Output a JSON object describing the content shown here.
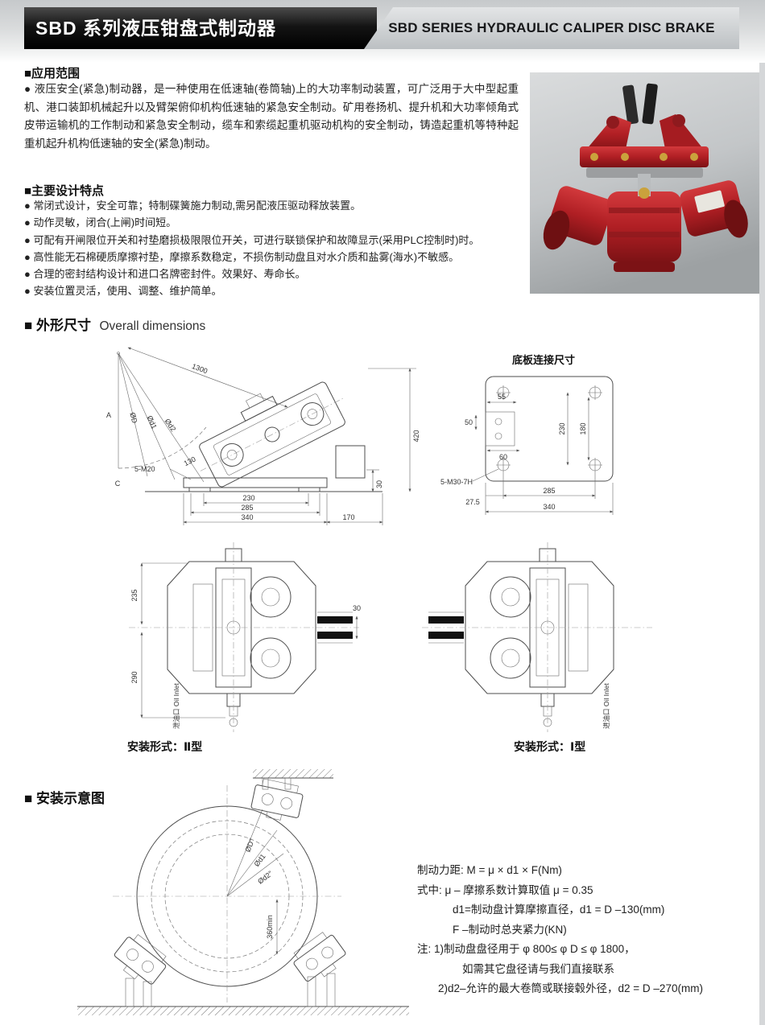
{
  "header": {
    "title_cn": "SBD 系列液压钳盘式制动器",
    "title_en": "SBD SERIES HYDRAULIC CALIPER DISC BRAKE"
  },
  "application": {
    "heading": "■应用范围",
    "body": "● 液压安全(紧急)制动器，是一种使用在低速轴(卷筒轴)上的大功率制动装置，可广泛用于大中型起重机、港口装卸机械起升以及臂架俯仰机构低速轴的紧急安全制动。矿用卷扬机、提升机和大功率倾角式皮带运输机的工作制动和紧急安全制动，缆车和索缆起重机驱动机构的安全制动，铸造起重机等特种起重机起升机构低速轴的安全(紧急)制动。"
  },
  "features": {
    "heading": "■主要设计特点",
    "items": [
      "● 常闭式设计，安全可靠；特制碟簧施力制动,需另配液压驱动释放装置。",
      "● 动作灵敏，闭合(上闸)时间短。",
      "● 可配有开闸限位开关和衬垫磨损极限限位开关，可进行联锁保护和故障显示(采用PLC控制时)时。",
      "● 高性能无石棉硬质摩擦衬垫，摩擦系数稳定，不损伤制动盘且对水介质和盐雾(海水)不敏感。",
      "● 合理的密封结构设计和进口名牌密封件。效果好、寿命长。",
      "● 安装位置灵活，使用、调整、维护简单。"
    ]
  },
  "dimensions": {
    "heading_cn": "■ 外形尺寸",
    "heading_en": "Overall dimensions",
    "main": {
      "a": "A",
      "c": "C",
      "dD": "ØD",
      "dd1": "Ød1",
      "dd2": "Ød2",
      "n1300": "1300",
      "n420": "420",
      "n130": "130",
      "n30": "30",
      "m20": "5-M20",
      "n230": "230",
      "n285": "285",
      "n340": "340",
      "n170": "170"
    },
    "baseplate": {
      "title": "底板连接尺寸",
      "n55": "55",
      "n50": "50",
      "n60": "60",
      "n230": "230",
      "n180": "180",
      "m30": "5-M30-7H",
      "n27_5": "27.5",
      "n285": "285",
      "n340": "340"
    },
    "front_left": {
      "n235": "235",
      "n290": "290",
      "n30": "30",
      "oil": "泄油口 Oil Inlet",
      "label": "安装形式：Ⅱ型"
    },
    "front_right": {
      "oil": "进油口 Oil Inlet",
      "label": "安装形式：Ⅰ型"
    }
  },
  "installation": {
    "heading": "■ 安装示意图",
    "diagram": {
      "dD": "ØD″",
      "dd1": "Ød1",
      "dd2": "Ød2″",
      "n360": "360min"
    },
    "formula_lines": [
      "制动力距: M = μ × d1 × F(Nm)",
      "式中: μ – 摩擦系数计算取值 μ = 0.35",
      "d1=制动盘计算摩擦直径，d1 = D –130(mm)",
      "F –制动时总夹紧力(KN)",
      "注: 1)制动盘盘径用于 φ 800≤ φ D ≤ φ 1800，",
      "如需其它盘径请与我们直接联系",
      "2)d2–允许的最大卷筒或联接毂外径，d2 = D –270(mm)"
    ]
  }
}
